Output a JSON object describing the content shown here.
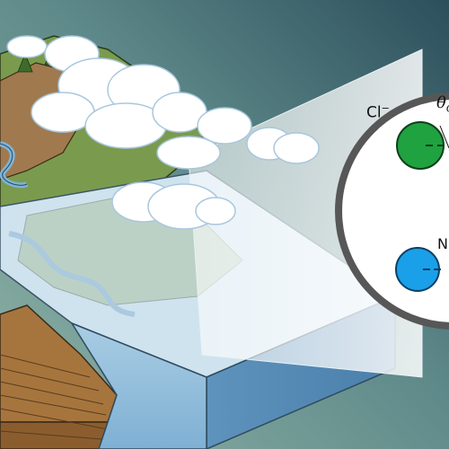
{
  "labels": {
    "chloride": "Cl",
    "chloride_charge": "−",
    "theta": "θ",
    "theta_sub": "C",
    "sodium": "N"
  },
  "icons": [
    "cloud-icon",
    "chloride-ion-icon",
    "sodium-ion-icon"
  ],
  "colors": {
    "background_dark": "#2f5560",
    "background_light": "#8fb3a6",
    "ocean_top": "#cfe3f0",
    "ocean_side": "#6f9fc4",
    "chloride": "#1fa23f",
    "sodium": "#19a0e8",
    "magnifier_ring": "#555555"
  }
}
